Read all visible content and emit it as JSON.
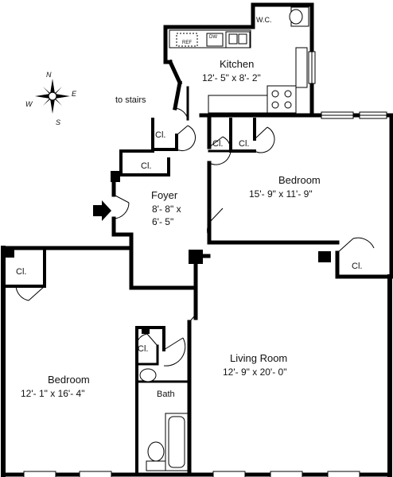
{
  "compass": {
    "n": "N",
    "s": "S",
    "e": "E",
    "w": "W"
  },
  "labels": {
    "wc": "W.C.",
    "ref": "REF",
    "dw": "DW",
    "to_stairs": "to stairs"
  },
  "rooms": {
    "kitchen": {
      "name": "Kitchen",
      "dims": "12'- 5\" x 8'- 2\""
    },
    "bedroom_right": {
      "name": "Bedroom",
      "dims": "15'- 9\" x 11'- 9\""
    },
    "foyer": {
      "name": "Foyer",
      "dims_line1": "8'- 8\" x",
      "dims_line2": "6'- 5\""
    },
    "bedroom_left": {
      "name": "Bedroom",
      "dims": "12'- 1\" x 16'- 4\""
    },
    "living": {
      "name": "Living Room",
      "dims": "12'- 9\" x 20'- 0\""
    },
    "bath": {
      "name": "Bath"
    }
  },
  "closets": {
    "cl1": "Cl.",
    "cl2": "Cl.",
    "cl3": "Cl.",
    "cl4": "Cl.",
    "cl5": "Cl.",
    "cl6": "Cl.",
    "cl7": "Cl."
  }
}
